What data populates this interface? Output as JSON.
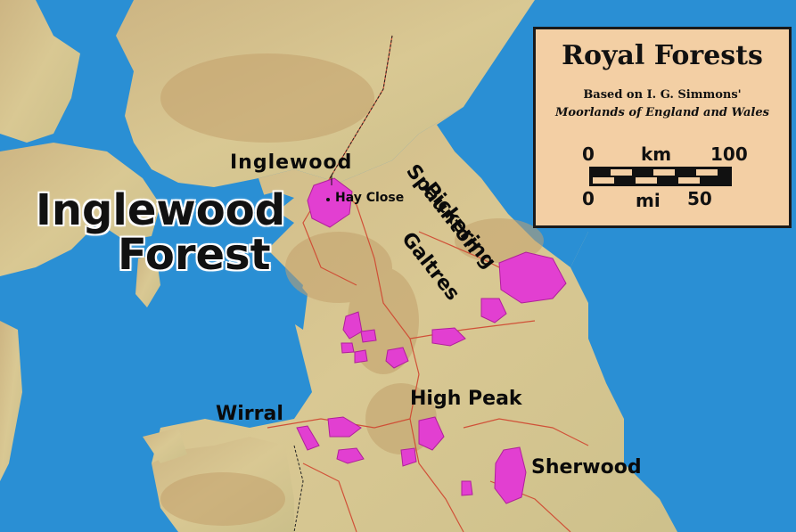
{
  "map": {
    "colors": {
      "sea": "#2a8fd4",
      "land": "#d6c38a",
      "highland": "#c9a873",
      "forest": "#e23fd1",
      "boundary": "#d0452f"
    },
    "labels": {
      "inglewood_forest_line1": "Inglewood",
      "inglewood_forest_line2": "Forest",
      "inglewood": "Inglewood",
      "hay_close": "Hay Close",
      "pickering": "Pickering",
      "spaunton": "Spaunton",
      "galtres": "Galtres",
      "wirral": "Wirral",
      "high_peak": "High Peak",
      "sherwood": "Sherwood"
    }
  },
  "legend": {
    "title": "Royal Forests",
    "subtitle": "Based on I. G. Simmons'",
    "source": "Moorlands of England and Wales",
    "km_start": "0",
    "km_unit": "km",
    "km_end": "100",
    "mi_start": "0",
    "mi_unit": "mi",
    "mi_end": "50"
  }
}
